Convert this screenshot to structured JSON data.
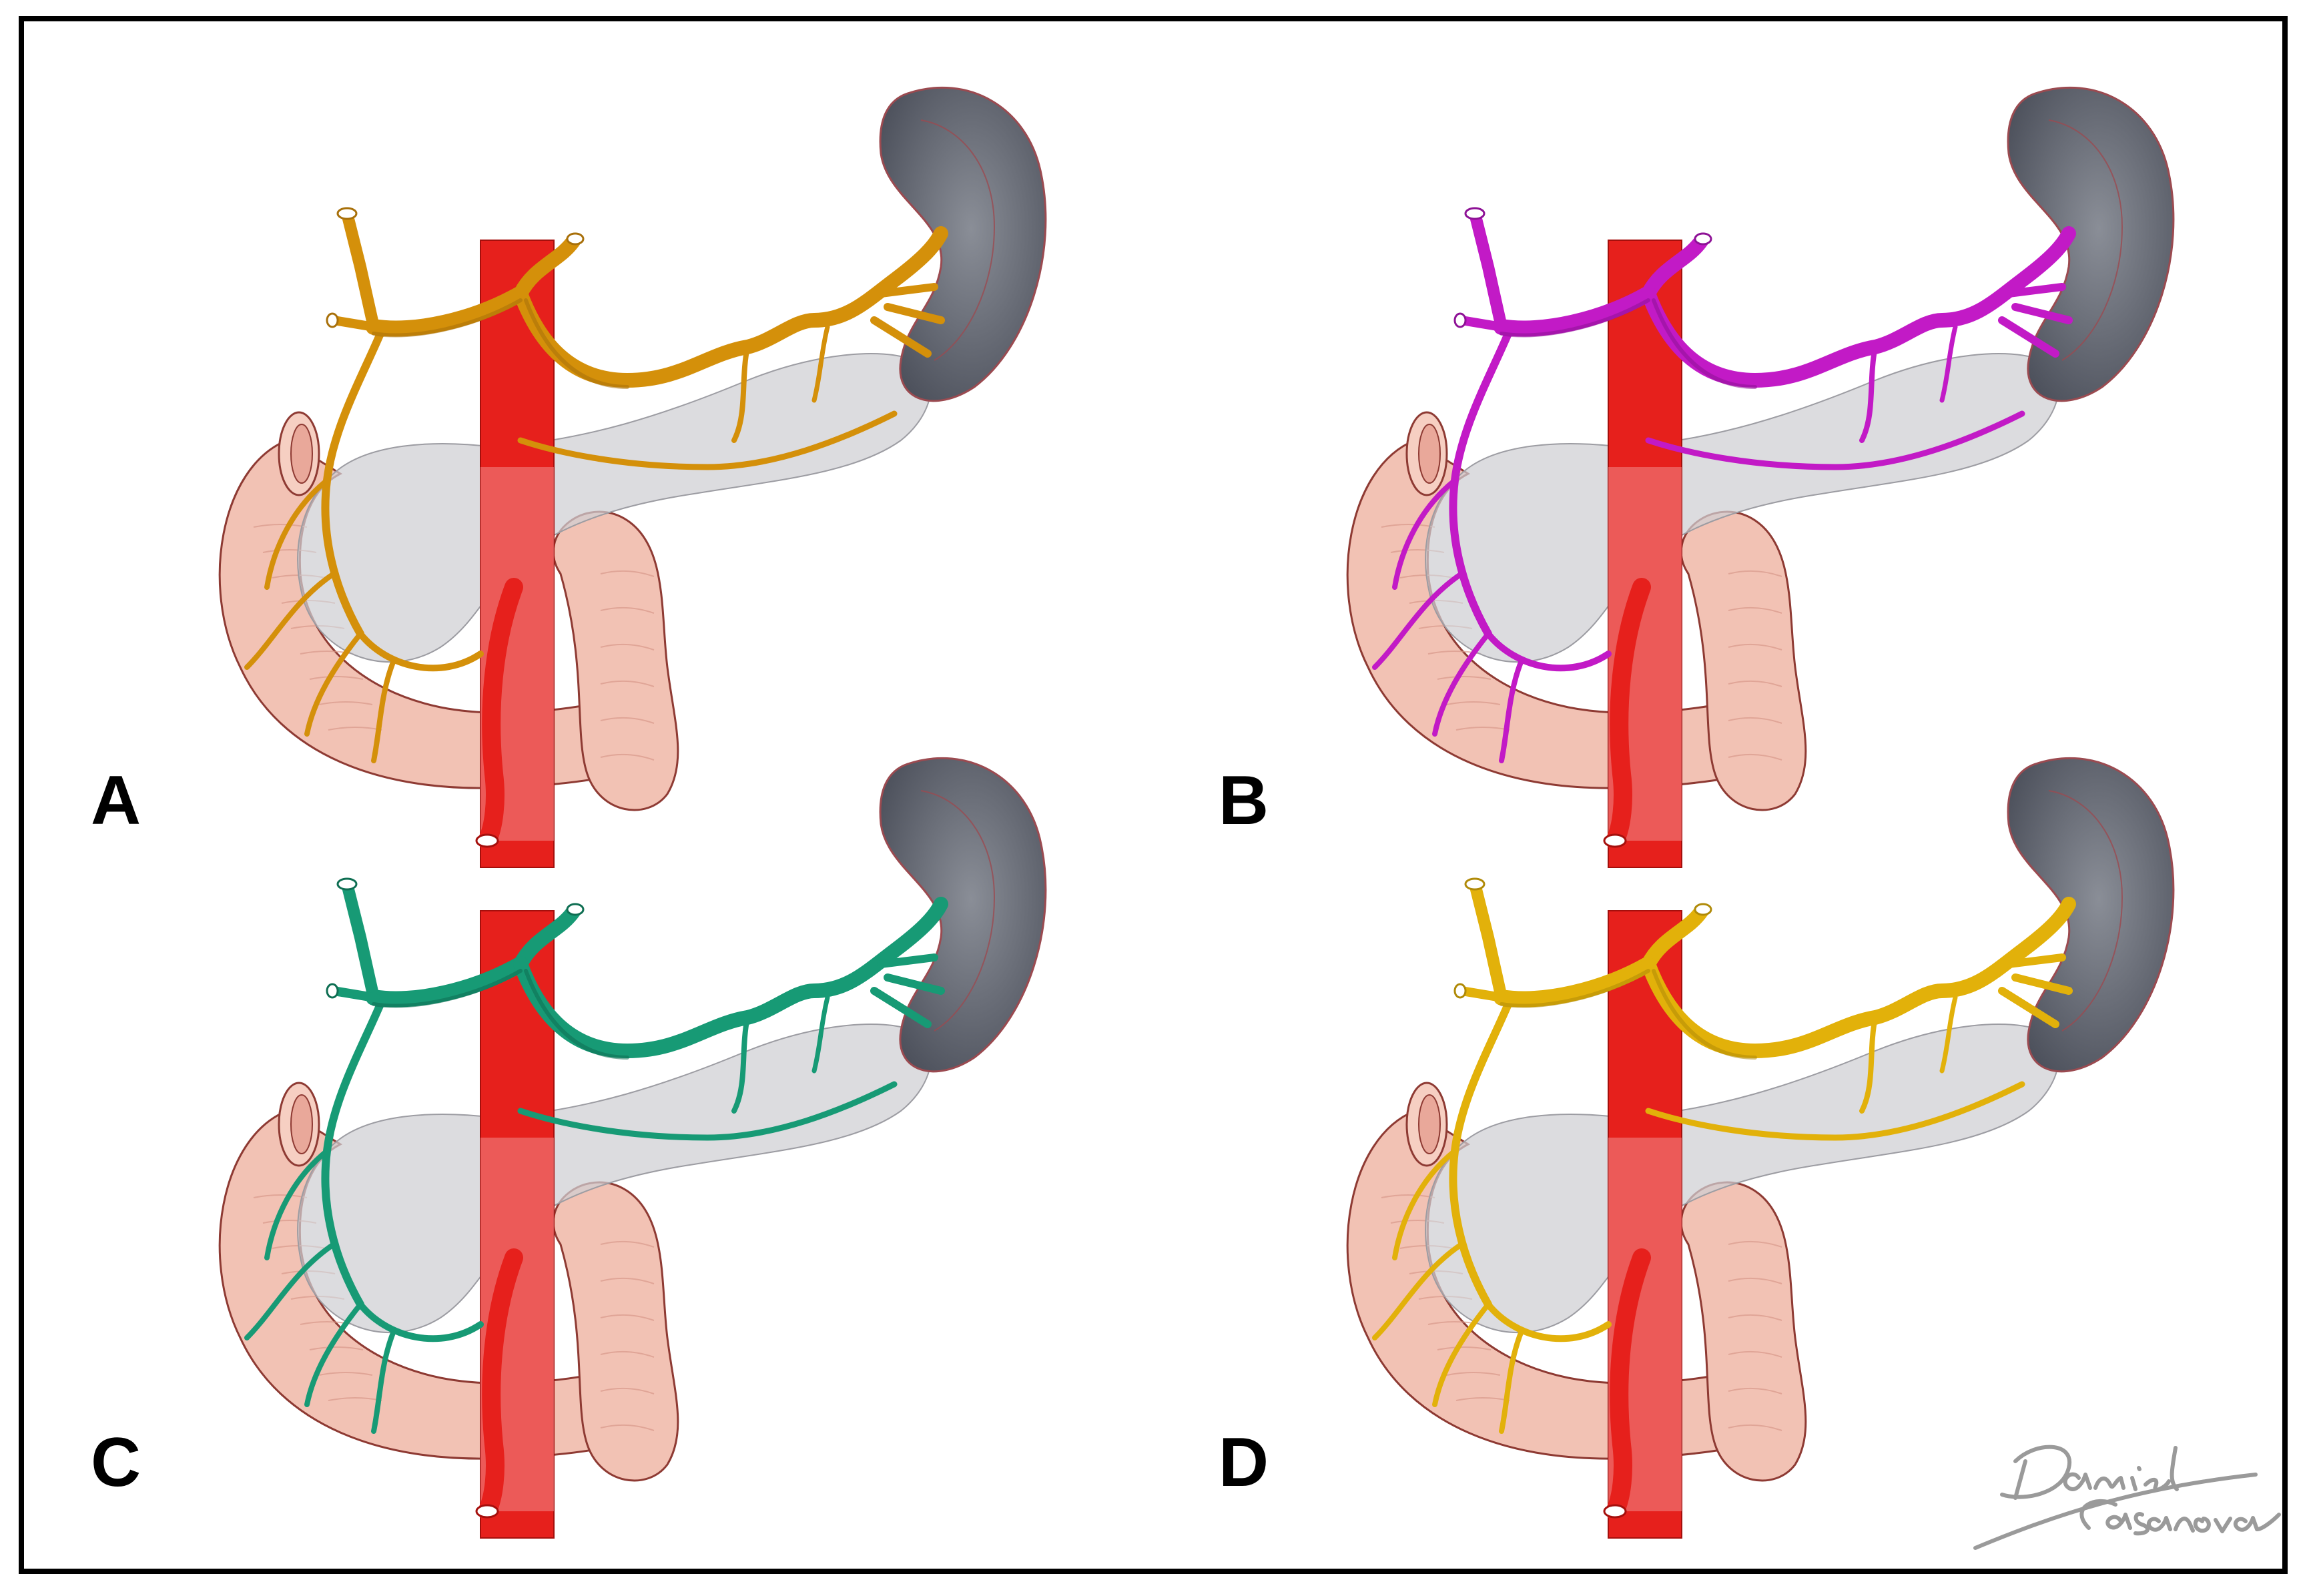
{
  "figure": {
    "panels": [
      {
        "id": "A",
        "label": "A",
        "artery_color": "#D4900A",
        "artery_shade": "#A8700A"
      },
      {
        "id": "B",
        "label": "B",
        "artery_color": "#C21AC6",
        "artery_shade": "#8E1296"
      },
      {
        "id": "C",
        "label": "C",
        "artery_color": "#179A75",
        "artery_shade": "#0E6E52"
      },
      {
        "id": "D",
        "label": "D",
        "artery_color": "#E2B10A",
        "artery_shade": "#B08A08"
      }
    ],
    "signature": {
      "text": "Daniel Casanova"
    },
    "colors": {
      "aorta": "#E6201C",
      "aorta_edge": "#A50F0C",
      "pancreas": "#CFCFD2",
      "duodenum": "#F2C2B4",
      "duodenum_edge": "#8E3A33",
      "spleen": "#6F737D",
      "spleen_dark": "#4C505B"
    }
  }
}
